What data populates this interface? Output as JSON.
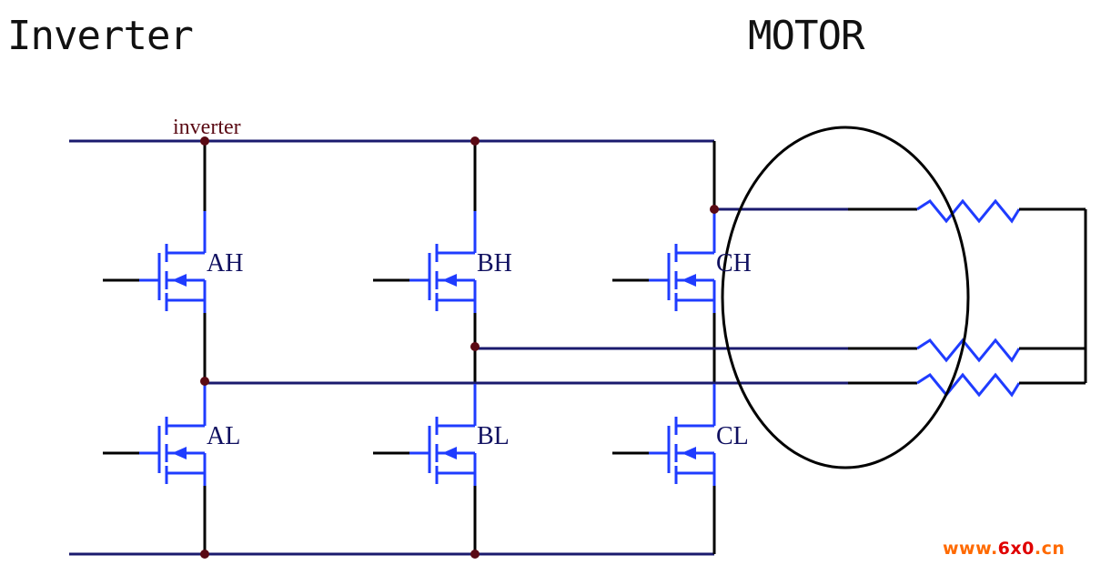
{
  "titles": {
    "left": "Inverter",
    "right": "MOTOR"
  },
  "net_label": "inverter",
  "switches": [
    {
      "id": "AH",
      "label": "AH"
    },
    {
      "id": "BH",
      "label": "BH"
    },
    {
      "id": "CH",
      "label": "CH"
    },
    {
      "id": "AL",
      "label": "AL"
    },
    {
      "id": "BL",
      "label": "BL"
    },
    {
      "id": "CL",
      "label": "CL"
    }
  ],
  "watermark": {
    "www": "www.",
    "mid": "6x0",
    "tld": ".cn"
  },
  "colors": {
    "wire": "#1a1a6e",
    "black_wire": "#000000",
    "mosfet": "#1f3cff",
    "junction": "#5a0a14",
    "label": "#101060",
    "net_label": "#5a0a14",
    "watermark_orange": "#ff6a00",
    "watermark_red": "#e00000"
  }
}
